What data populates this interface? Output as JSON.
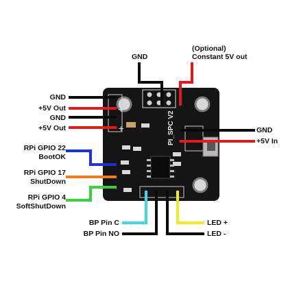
{
  "labels": {
    "top_gnd": "GND",
    "constant_5v_line1": "(Optional)",
    "constant_5v_line2": "Constant 5V out",
    "left_gnd_1": "GND",
    "left_5v_out_1": "+5V Out",
    "left_gnd_2": "GND",
    "left_5v_out_2": "+5V Out",
    "gpio22_line1": "RPi GPIO 22",
    "gpio22_line2": "BootOK",
    "gpio17_line1": "RPi GPIO 17",
    "gpio17_line2": "ShutDown",
    "gpio4_line1": "RPi GPIO 4",
    "gpio4_line2": "SoftShutDown",
    "right_gnd": "GND",
    "right_5v_in": "+5V In",
    "bp_pin_c": "BP Pin C",
    "bp_pin_no": "BP Pin NO",
    "led_plus": "LED +",
    "led_minus": "LED -"
  },
  "board": {
    "silkscreen_name": "PI_SPC V2",
    "color": "#111111",
    "silkscreen_color": "#e8e8e8"
  },
  "wire_colors": {
    "black": "#0a0a0a",
    "red": "#e41a1a",
    "blue": "#1f2fd6",
    "orange": "#f07a1c",
    "green": "#35d43a",
    "cyan": "#3fd6f0",
    "yellow": "#f4ea1f"
  }
}
